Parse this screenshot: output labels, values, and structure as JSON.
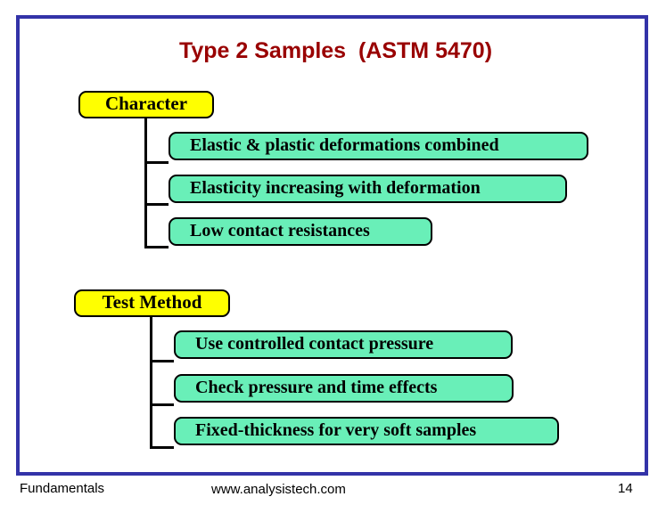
{
  "slide": {
    "title": "Type 2 Samples  (ASTM 5470)",
    "frame_border_color": "#3333a8",
    "title_color": "#990000",
    "head_box_color": "#ffff00",
    "leaf_box_color": "#69efb8",
    "connector_color": "#000000"
  },
  "groups": [
    {
      "head": "Character",
      "items": [
        "Elastic & plastic deformations combined",
        "Elasticity increasing with deformation",
        "Low contact resistances"
      ]
    },
    {
      "head": "Test Method",
      "items": [
        "Use controlled contact pressure",
        "Check pressure and time effects",
        "Fixed-thickness for very soft samples"
      ]
    }
  ],
  "footer": {
    "left": "Fundamentals",
    "center": "www.analysistech.com",
    "page": "14"
  }
}
